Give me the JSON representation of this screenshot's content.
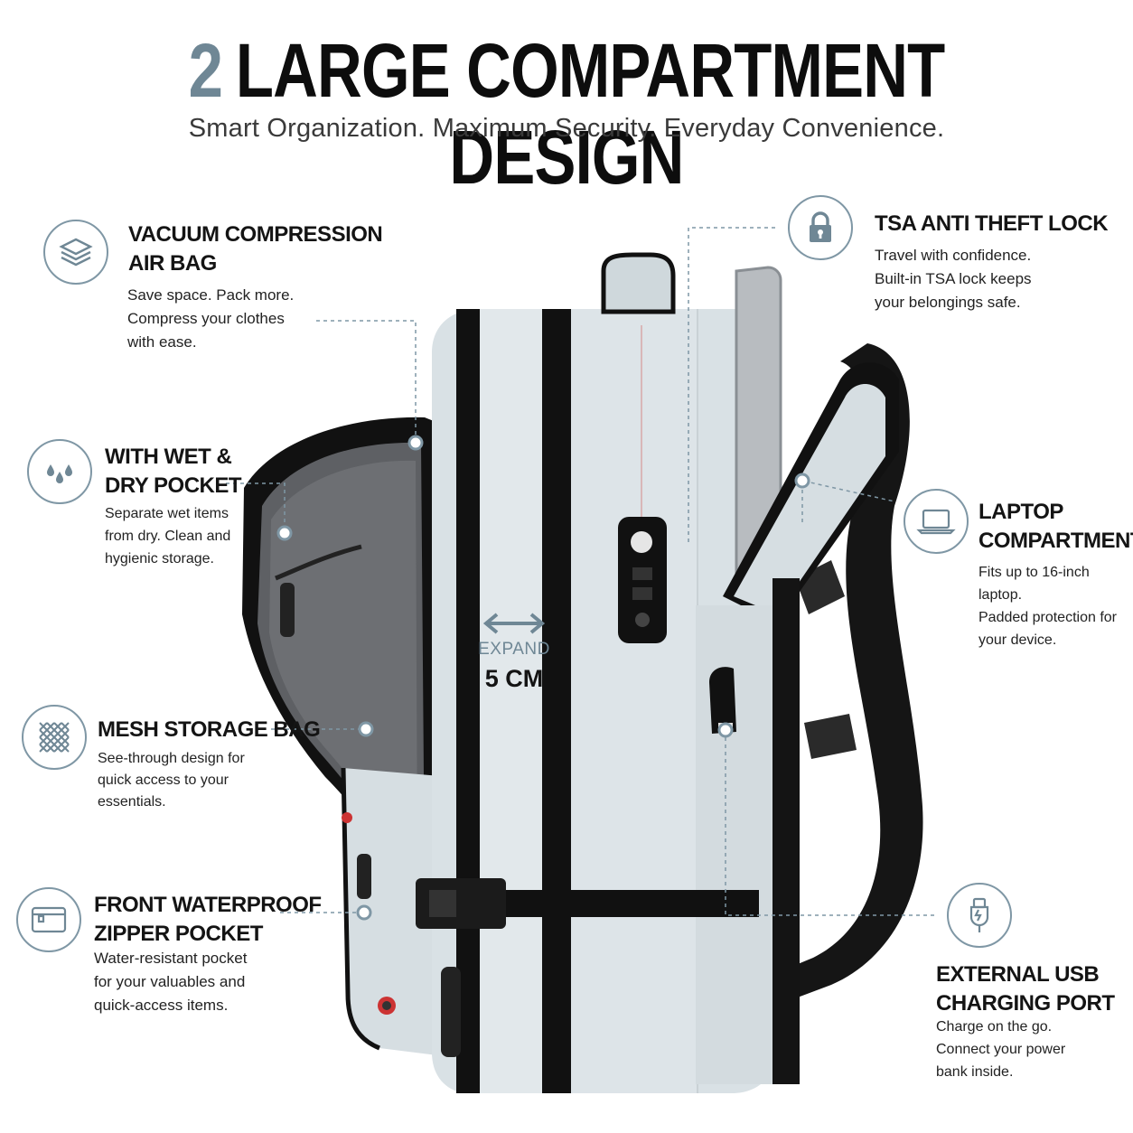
{
  "header": {
    "number": "2",
    "title": "LARGE COMPARTMENT DESIGN",
    "subtitle": "Smart Organization. Maximum Security. Everyday Convenience."
  },
  "features": {
    "vacuum": {
      "title_line1": "VACUUM COMPRESSION",
      "title_line2": "AIR BAG",
      "description": "Save space. Pack more.\nCompress your clothes\nwith ease.",
      "icon": "layers-icon"
    },
    "wetdry": {
      "title_line1": "WITH WET &",
      "title_line2": "DRY POCKET",
      "description": "Separate wet items\nfrom dry. Clean and\nhygienic storage.",
      "icon": "water-drops-icon"
    },
    "mesh": {
      "title_line1": "MESH STORAGE BAG",
      "description": "See-through design for\nquick access to your\nessentials.",
      "icon": "mesh-icon"
    },
    "front": {
      "title_line1": "FRONT WATERPROOF",
      "title_line2": "ZIPPER POCKET",
      "description": "Water-resistant pocket\nfor your valuables and\nquick-access items.",
      "icon": "zipper-pocket-icon"
    },
    "tsa": {
      "title_line1": "TSA ANTI THEFT LOCK",
      "description": "Travel with confidence.\nBuilt-in TSA lock keeps\nyour belongings safe.",
      "icon": "padlock-icon"
    },
    "laptop": {
      "title_line1": "LAPTOP",
      "title_line2": "COMPARTMENT",
      "description": "Fits up to 16-inch laptop.\nPadded protection for\nyour device.",
      "icon": "laptop-icon"
    },
    "usb": {
      "title_line1": "EXTERNAL USB",
      "title_line2": "CHARGING PORT",
      "description": "Charge on the go.\nConnect your power\nbank inside.",
      "icon": "usb-icon"
    }
  },
  "expand": {
    "label": "EXPAND",
    "value": "5 CM"
  },
  "colors": {
    "accent": "#6f8795",
    "bag_body": "#d8e0e4",
    "bag_trim": "#111111"
  }
}
